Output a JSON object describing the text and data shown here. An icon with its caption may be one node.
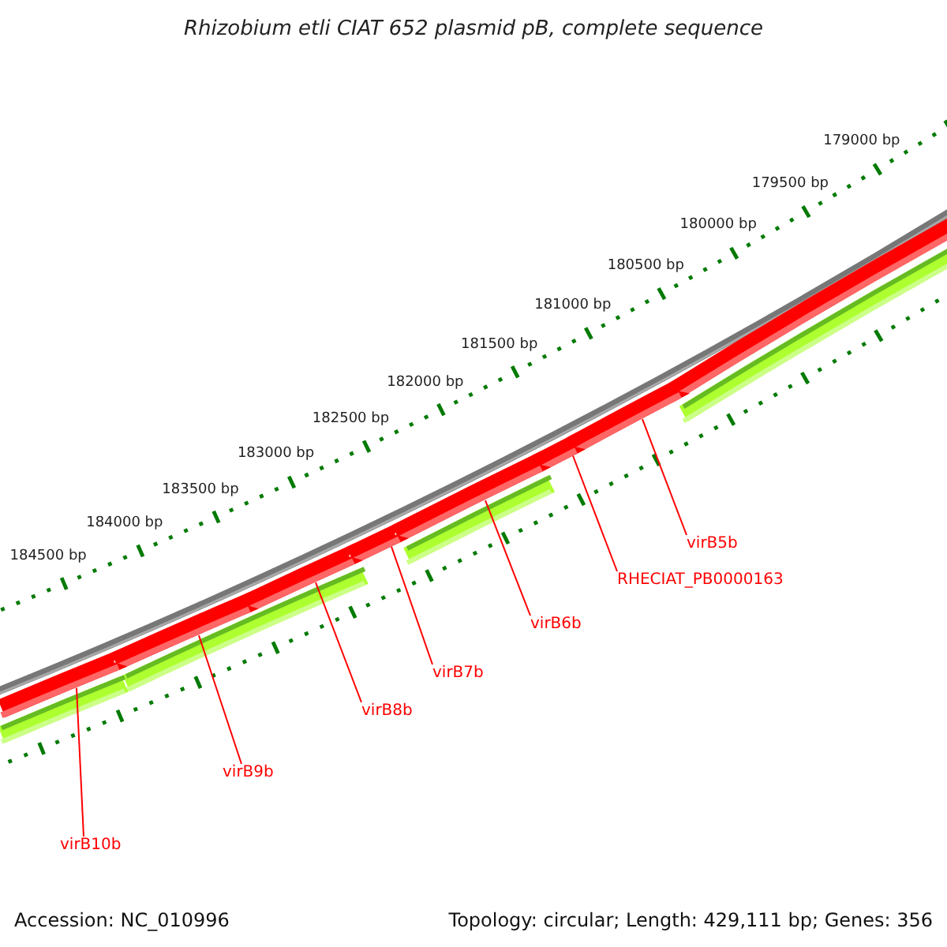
{
  "diagram": {
    "title": "Rhizobium etli CIAT 652 plasmid pB, complete sequence",
    "nodes": [
      {
        "text": [
          "virB5b"
        ]
      },
      {
        "text": [
          "RHECIAT_PB0000163"
        ]
      },
      {
        "text": [
          "virB6b"
        ]
      },
      {
        "text": [
          "virB7b"
        ]
      },
      {
        "text": [
          "virB8b"
        ]
      },
      {
        "text": [
          "virB9b"
        ]
      },
      {
        "text": [
          "virB10b"
        ]
      },
      {
        "text": [],
        "shape": "arrow"
      },
      {
        "text": [],
        "shape": "arrow"
      },
      {
        "text": [],
        "shape": "arrow"
      },
      {
        "text": [],
        "shape": "arrow"
      },
      {
        "text": [],
        "shape": "arrow"
      },
      {
        "text": [],
        "shape": "arrow"
      },
      {
        "text": [],
        "shape": "arrow"
      },
      {
        "text": [],
        "shape": "arrow"
      },
      {
        "text": [],
        "shape": "bar"
      },
      {
        "text": [],
        "shape": "bar"
      },
      {
        "text": [],
        "shape": "bar"
      },
      {
        "text": [],
        "shape": "bar"
      }
    ],
    "edges": [
      {
        "from": 0,
        "to": 8,
        "arrow": "none"
      },
      {
        "from": 1,
        "to": 9,
        "arrow": "none"
      },
      {
        "from": 2,
        "to": 10,
        "arrow": "none"
      },
      {
        "from": 3,
        "to": 11,
        "arrow": "none"
      },
      {
        "from": 4,
        "to": 12,
        "arrow": "none"
      },
      {
        "from": 5,
        "to": 13,
        "arrow": "none"
      },
      {
        "from": 6,
        "to": 14,
        "arrow": "none"
      }
    ],
    "labels": [
      "179000 bp",
      "179500 bp",
      "180000 bp",
      "180500 bp",
      "181000 bp",
      "181500 bp",
      "182000 bp",
      "182500 bp",
      "183000 bp",
      "183500 bp",
      "184000 bp",
      "184500 bp",
      "Accession: NC_010996",
      "Topology: circular; Length: 429,111 bp; Genes: 356"
    ]
  }
}
